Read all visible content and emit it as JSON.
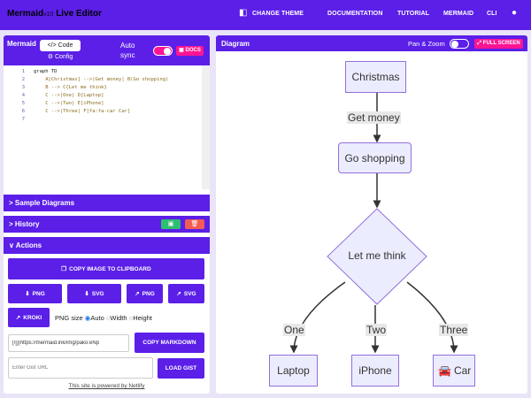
{
  "app": {
    "name": "Mermaid",
    "version": "v10",
    "title": "Live Editor"
  },
  "nav": {
    "theme": "CHANGE THEME",
    "docs": "DOCUMENTATION",
    "tutorial": "TUTORIAL",
    "mermaid": "MERMAID",
    "cli": "CLI"
  },
  "editor": {
    "header": "Mermaid",
    "tab_code": "Code",
    "tab_config": "Config",
    "auto_sync": "Auto sync",
    "docs_button": "DOCS",
    "lines": [
      {
        "n": "1",
        "text": "graph TD"
      },
      {
        "n": "2",
        "text": "    A[Christmas] -->|Get money| B(Go shopping)"
      },
      {
        "n": "3",
        "text": "    B --> C{Let me think}"
      },
      {
        "n": "4",
        "text": "    C -->|One| D[Laptop]"
      },
      {
        "n": "5",
        "text": "    C -->|Two| E[iPhone]"
      },
      {
        "n": "6",
        "text": "    C -->|Three| F[fa:fa-car Car]"
      },
      {
        "n": "7",
        "text": ""
      }
    ]
  },
  "sections": {
    "samples": "Sample Diagrams",
    "history": "History",
    "actions": "Actions"
  },
  "actions": {
    "copy_image": "COPY IMAGE TO CLIPBOARD",
    "png1": "PNG",
    "svg1": "SVG",
    "png2": "PNG",
    "svg2": "SVG",
    "kroki": "KROKI",
    "png_size": "PNG size",
    "opt_auto": "Auto",
    "opt_width": "Width",
    "opt_height": "Height",
    "markdown_value": "[![](https://mermaid.ink/img/pako:eNp",
    "copy_markdown": "COPY MARKDOWN",
    "gist_placeholder": "Enter Gist URL",
    "load_gist": "LOAD GIST",
    "footer": "This site is powered by Netlify"
  },
  "diagram": {
    "header": "Diagram",
    "pan_zoom": "Pan & Zoom",
    "full_screen": "FULL SCREEN",
    "nodes": {
      "a": "Christmas",
      "b": "Go shopping",
      "c": "Let me think",
      "d": "Laptop",
      "e": "iPhone",
      "f": "Car"
    },
    "edges": {
      "ab": "Get money",
      "cd": "One",
      "ce": "Two",
      "cf": "Three"
    }
  },
  "colors": {
    "accent": "#5b1fe8",
    "pink": "#ff1493",
    "node_fill": "#ececff",
    "node_border": "#9370db"
  },
  "icons": [
    "palette-icon",
    "github-icon",
    "code-icon",
    "gear-icon",
    "chevron-right-icon",
    "chevron-down-icon",
    "image-icon",
    "download-icon",
    "external-link-icon",
    "expand-icon",
    "car-icon",
    "trash-icon"
  ]
}
